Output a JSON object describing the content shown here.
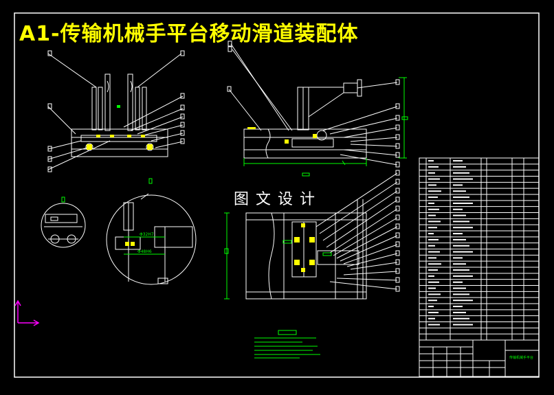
{
  "drawing": {
    "title": "A1-传输机械手平台移动滑道装配体",
    "watermark": "图文设计"
  },
  "colors": {
    "background": "#000000",
    "border": "#ffffff",
    "title": "#ffff00",
    "part_lines": "#ffffff",
    "dimension": "#00ff00",
    "highlight": "#ffff00",
    "ucs_icon": "#ff00ff"
  },
  "views": [
    {
      "name": "front-view"
    },
    {
      "name": "side-view"
    },
    {
      "name": "top-view"
    },
    {
      "name": "detail-view-a"
    },
    {
      "name": "detail-view-b"
    }
  ],
  "detail_labels": {
    "a": "Φ32H7",
    "b": "Φ48H6"
  },
  "title_block": {
    "name": "传输机械手平台",
    "part_list_rows": 30
  }
}
